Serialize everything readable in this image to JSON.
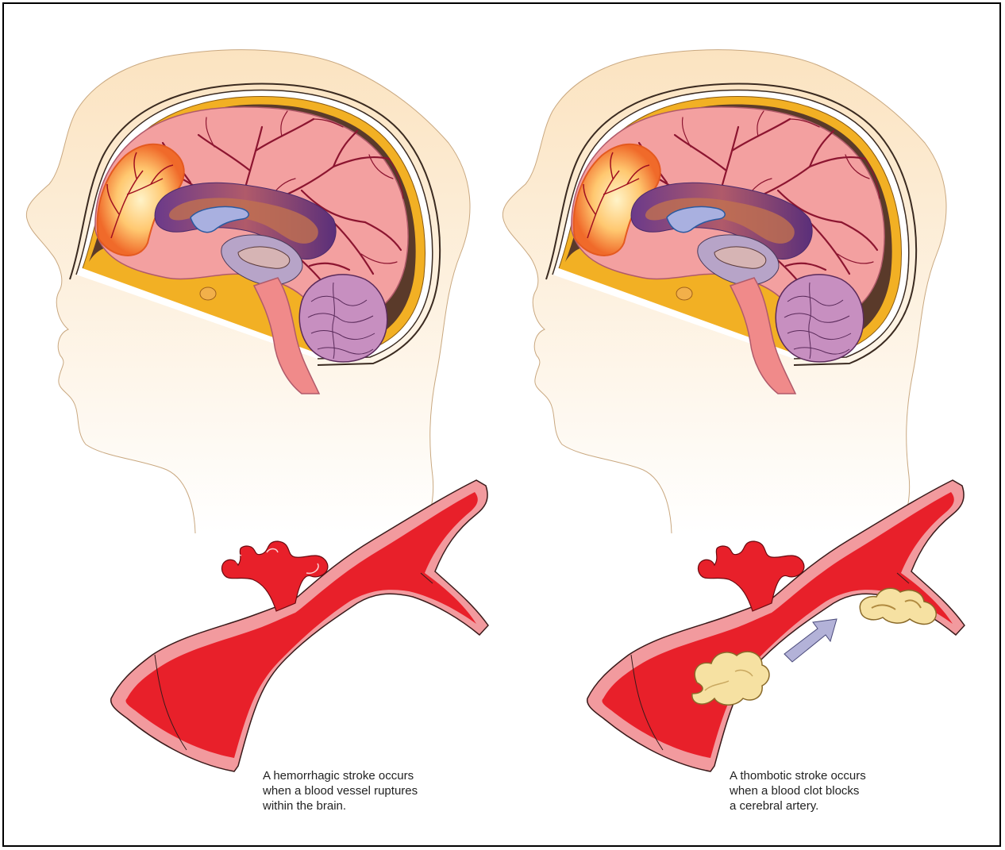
{
  "panels": [
    {
      "id": "hemorrhagic",
      "caption_lines": [
        "A hemorrhagic stroke occurs",
        "when a blood vessel ruptures",
        "within the brain."
      ]
    },
    {
      "id": "thrombotic",
      "caption_lines": [
        "A thombotic stroke occurs",
        "when a blood clot blocks",
        "a cerebral artery."
      ]
    }
  ],
  "colors": {
    "skin": "#fbe3c0",
    "brain": "#f3a0a0",
    "vessels": "#8c1530",
    "blood": "#e8202a",
    "vessel_wall": "#f29a9e",
    "skull_band": "#f2b024",
    "clot": "#f6e1a2",
    "arrow": "#b3b2d8",
    "cerebellum": "#c78fc0",
    "ventricle": "#a9b0e0"
  }
}
